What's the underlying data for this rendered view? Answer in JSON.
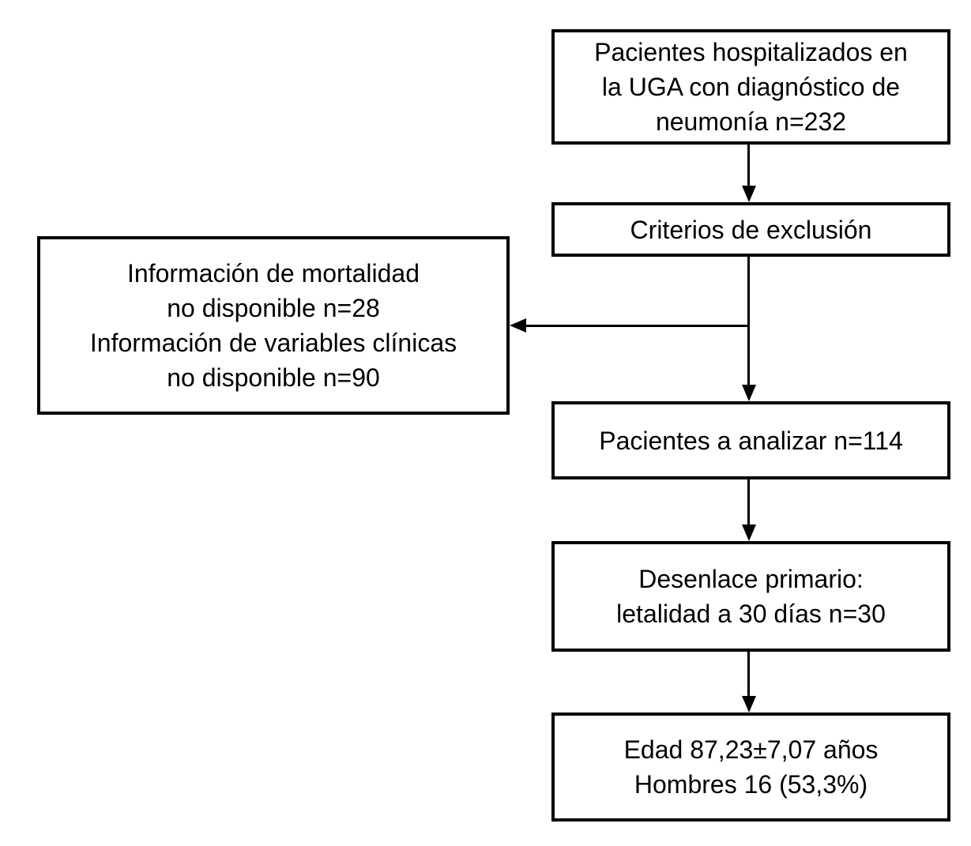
{
  "flowchart": {
    "background_color": "#ffffff",
    "stroke_color": "#000000",
    "text_color": "#000000",
    "boxes": {
      "initial": {
        "text": "Pacientes hospitalizados en\nla UGA con diagnóstico de\nneumonía n=232",
        "n": 232
      },
      "exclusion": {
        "text": "Criterios de exclusión"
      },
      "excluded": {
        "text": "Información de mortalidad\nno disponible n=28\nInformación de variables clínicas\nno disponible n=90",
        "n_mortalidad_no_disponible": 28,
        "n_variables_no_disponible": 90
      },
      "analyze": {
        "text": "Pacientes a analizar n=114",
        "n": 114
      },
      "outcome": {
        "text": "Desenlace primario:\nletalidad a 30 días n=30",
        "n": 30
      },
      "demographics": {
        "text": "Edad 87,23±7,07 años\nHombres 16 (53,3%)",
        "edad_media": "87,23",
        "edad_de": "7,07",
        "hombres_n": 16,
        "hombres_pct": "53,3%"
      }
    }
  }
}
